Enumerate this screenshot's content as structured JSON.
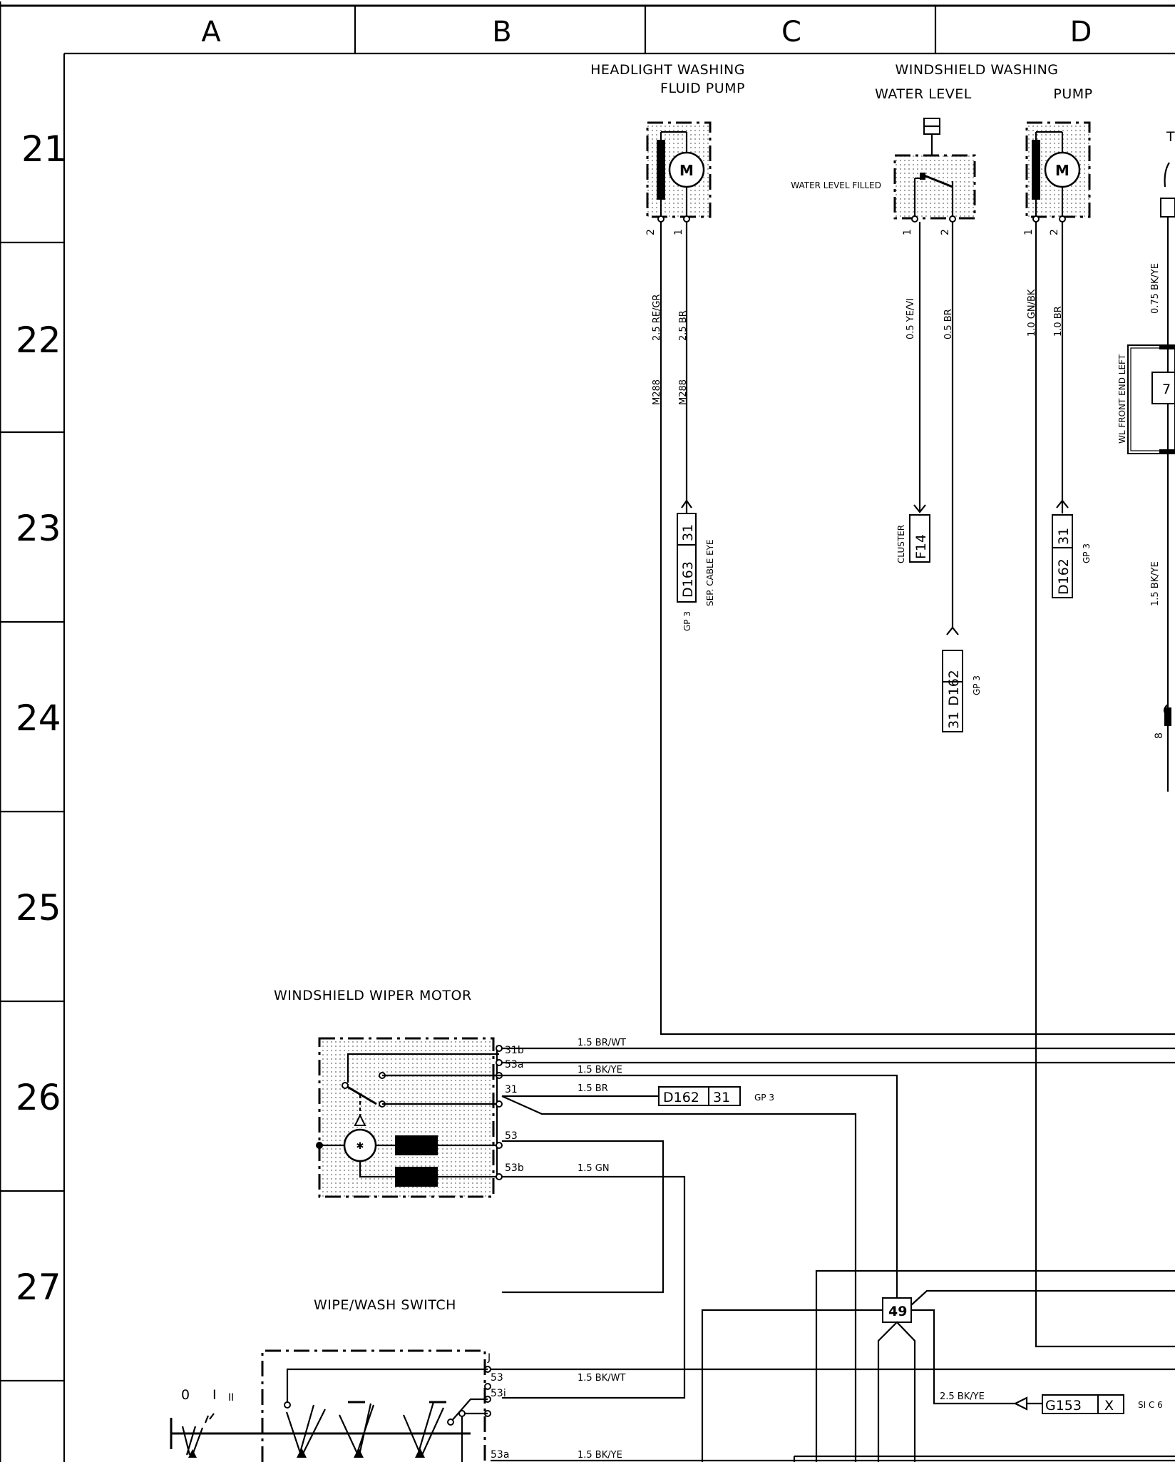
{
  "columns": [
    "A",
    "B",
    "C",
    "D"
  ],
  "rows": [
    "21",
    "22",
    "23",
    "24",
    "25",
    "26",
    "27"
  ],
  "components": {
    "headlight_pump_label": [
      "HEADLIGHT WASHING",
      "FLUID PUMP"
    ],
    "windshield_washing_label": "WINDSHIELD WASHING",
    "water_level_label": "WATER LEVEL",
    "pump_label": "PUMP",
    "water_level_filled": "WATER LEVEL FILLED",
    "wl_front_end_left": "WL FRONT END LEFT",
    "wiper_motor_label": "WINDSHIELD WIPER MOTOR",
    "wipe_wash_switch_label": "WIPE/WASH SWITCH",
    "motor_symbol": "M",
    "partial_title_char": "T",
    "partial_box_char": "7"
  },
  "pins": {
    "hl_pump": [
      "2",
      "1"
    ],
    "water_level": [
      "1",
      "2"
    ],
    "ws_pump": [
      "1",
      "2"
    ],
    "wl_front": "8"
  },
  "wires": {
    "hl_pump_2": "2.5 RE/GR",
    "hl_pump_1": "2.5 BR",
    "m288_a": "M288",
    "m288_b": "M288",
    "wl_1": "0.5 YE/VI",
    "wl_2": "0.5 BR",
    "ws_1": "1.0 GN/BK",
    "ws_2": "1.0 BR",
    "right_top": "0.75 BK/YE",
    "right_bottom": "1.5 BK/YE",
    "wm_31b": "1.5 BR/WT",
    "wm_53a": "1.5 BK/YE",
    "wm_31": "1.5 BR",
    "wm_53b": "1.5 GN",
    "sw_53": "1.5 BK/WT",
    "sw_53a": "1.5 BK/YE",
    "g153": "2.5 BK/YE"
  },
  "terminals": {
    "motor": [
      "31b",
      "53a",
      "31",
      "53",
      "53b"
    ],
    "switch": [
      "J",
      "53",
      "53i",
      "53a"
    ]
  },
  "switch_positions": [
    "0",
    "I",
    "II"
  ],
  "connectors": {
    "d163": [
      "31",
      "D163"
    ],
    "d163_notes": [
      "GP 3",
      "SEP. CABLE EYE"
    ],
    "f14": [
      "CLUSTER",
      "F14"
    ],
    "d162_a": [
      "31",
      "D162"
    ],
    "d162_a_note": "GP 3",
    "d162_b": [
      "31",
      "D162"
    ],
    "d162_b_note": "GP 3",
    "d162_c": [
      "D162",
      "31"
    ],
    "d162_c_note": "GP 3",
    "splice_49": "49",
    "g153": [
      "G153",
      "X"
    ],
    "g153_note": "SI C 6"
  }
}
